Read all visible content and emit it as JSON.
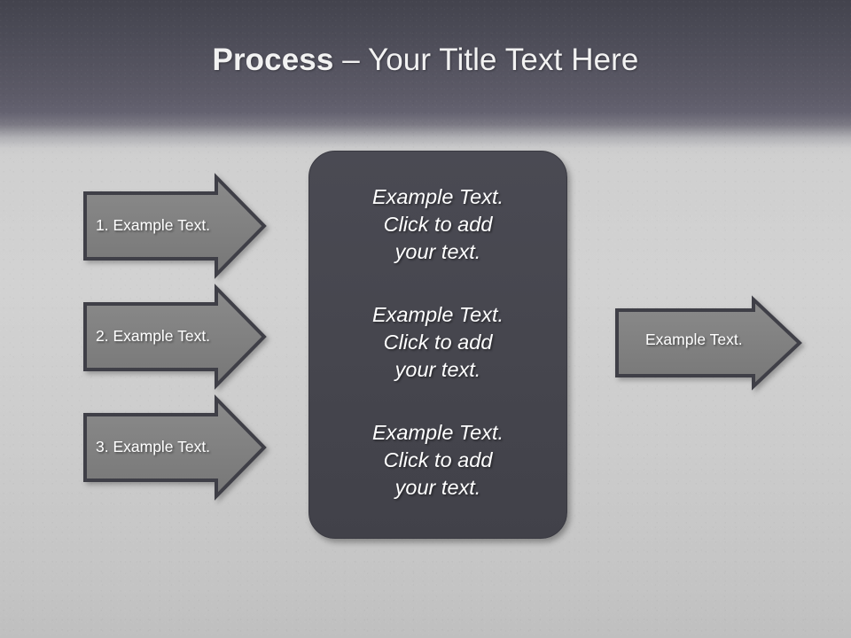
{
  "slide": {
    "title": {
      "bold_part": "Process",
      "rest_part": " – Your Title Text Here"
    },
    "colors": {
      "header_top": "#43434d",
      "header_bottom": "#64626f",
      "body_background": "#cdcdcd",
      "panel_fill": "#46464e",
      "arrow_fill": "#808080",
      "arrow_border": "#3f3f47",
      "title_text": "#f2f2f2",
      "body_text": "#ffffff"
    },
    "left_arrows": [
      {
        "label": "1. Example Text.",
        "icon": "arrow-right-icon"
      },
      {
        "label": "2. Example Text.",
        "icon": "arrow-right-icon"
      },
      {
        "label": "3. Example Text.",
        "icon": "arrow-right-icon"
      }
    ],
    "center_panel": {
      "blocks": [
        {
          "line1": "Example Text.",
          "line2": "Click  to add",
          "line3": "your text."
        },
        {
          "line1": "Example Text.",
          "line2": "Click  to add",
          "line3": "your text."
        },
        {
          "line1": "Example Text.",
          "line2": "Click  to add",
          "line3": "your text."
        }
      ]
    },
    "right_arrow": {
      "label": "Example Text.",
      "icon": "arrow-right-icon"
    }
  }
}
